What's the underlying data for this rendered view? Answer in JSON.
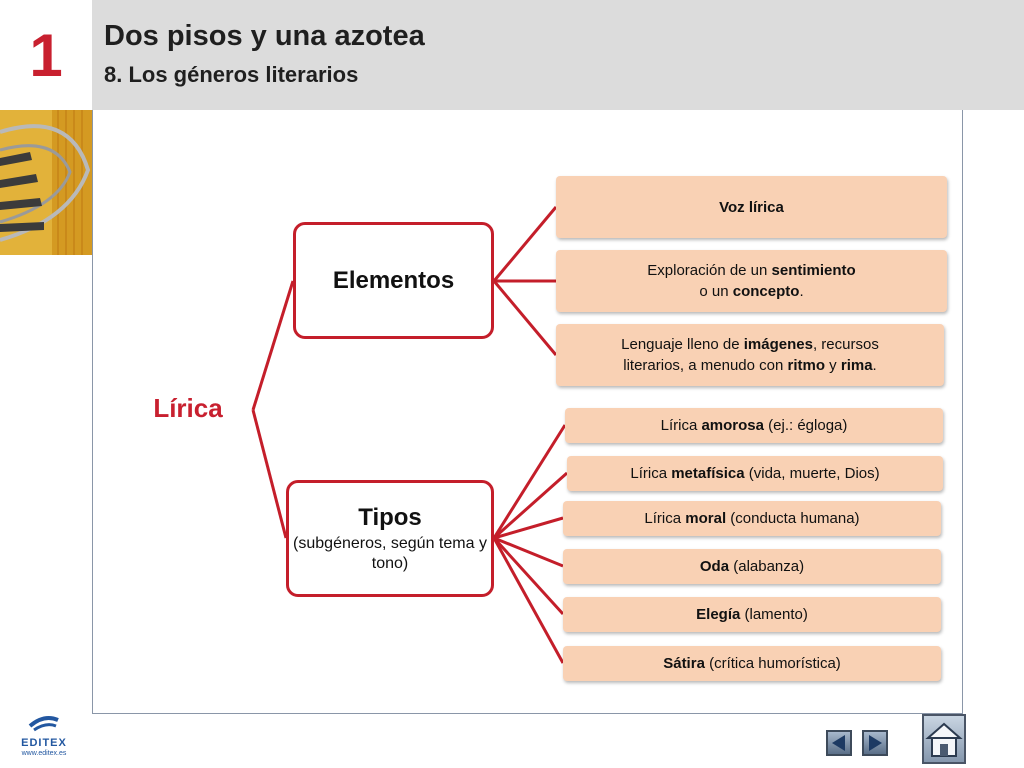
{
  "unit_number": "1",
  "header": {
    "title": "Dos pisos y una azotea",
    "subtitle": "8. Los géneros literarios"
  },
  "diagram": {
    "root": "Lírica",
    "branches": [
      {
        "label": "Elementos",
        "leaves": [
          {
            "segments": [
              {
                "t": "Voz lírica",
                "b": true
              }
            ]
          },
          {
            "segments": [
              {
                "t": "Exploración de un "
              },
              {
                "t": "sentimiento",
                "b": true
              },
              {
                "t": "\n"
              },
              {
                "t": "o un "
              },
              {
                "t": "concepto",
                "b": true
              },
              {
                "t": "."
              }
            ]
          },
          {
            "segments": [
              {
                "t": "Lenguaje lleno de "
              },
              {
                "t": "imágenes",
                "b": true
              },
              {
                "t": ",  recursos"
              },
              {
                "t": "\n"
              },
              {
                "t": "literarios, a menudo con "
              },
              {
                "t": "ritmo",
                "b": true
              },
              {
                "t": " y "
              },
              {
                "t": "rima",
                "b": true
              },
              {
                "t": "."
              }
            ]
          }
        ]
      },
      {
        "label": "Tipos",
        "sublabel": "(subgéneros, según tema y tono)",
        "leaves": [
          {
            "segments": [
              {
                "t": "Lírica "
              },
              {
                "t": "amorosa",
                "b": true
              },
              {
                "t": " (ej.: égloga)"
              }
            ]
          },
          {
            "segments": [
              {
                "t": "Lírica "
              },
              {
                "t": "metafísica",
                "b": true
              },
              {
                "t": " (vida, muerte, Dios)"
              }
            ]
          },
          {
            "segments": [
              {
                "t": "Lírica "
              },
              {
                "t": "moral",
                "b": true
              },
              {
                "t": " (conducta humana)"
              }
            ]
          },
          {
            "segments": [
              {
                "t": "Oda",
                "b": true
              },
              {
                "t": " (alabanza)"
              }
            ]
          },
          {
            "segments": [
              {
                "t": "Elegía",
                "b": true
              },
              {
                "t": " (lamento)"
              }
            ]
          },
          {
            "segments": [
              {
                "t": "Sátira",
                "b": true
              },
              {
                "t": " (crítica humorística)"
              }
            ]
          }
        ]
      }
    ]
  },
  "footer": {
    "logo_word": "EDITEX",
    "logo_url": "www.editex.es"
  },
  "colors": {
    "accent_red": "#c8202f",
    "leaf_fill": "#f9d1b4",
    "header_gray": "#dcdcdc"
  },
  "icons": [
    "stair-photo",
    "editex-logo-icon",
    "prev-arrow-icon",
    "next-arrow-icon",
    "home-icon"
  ]
}
